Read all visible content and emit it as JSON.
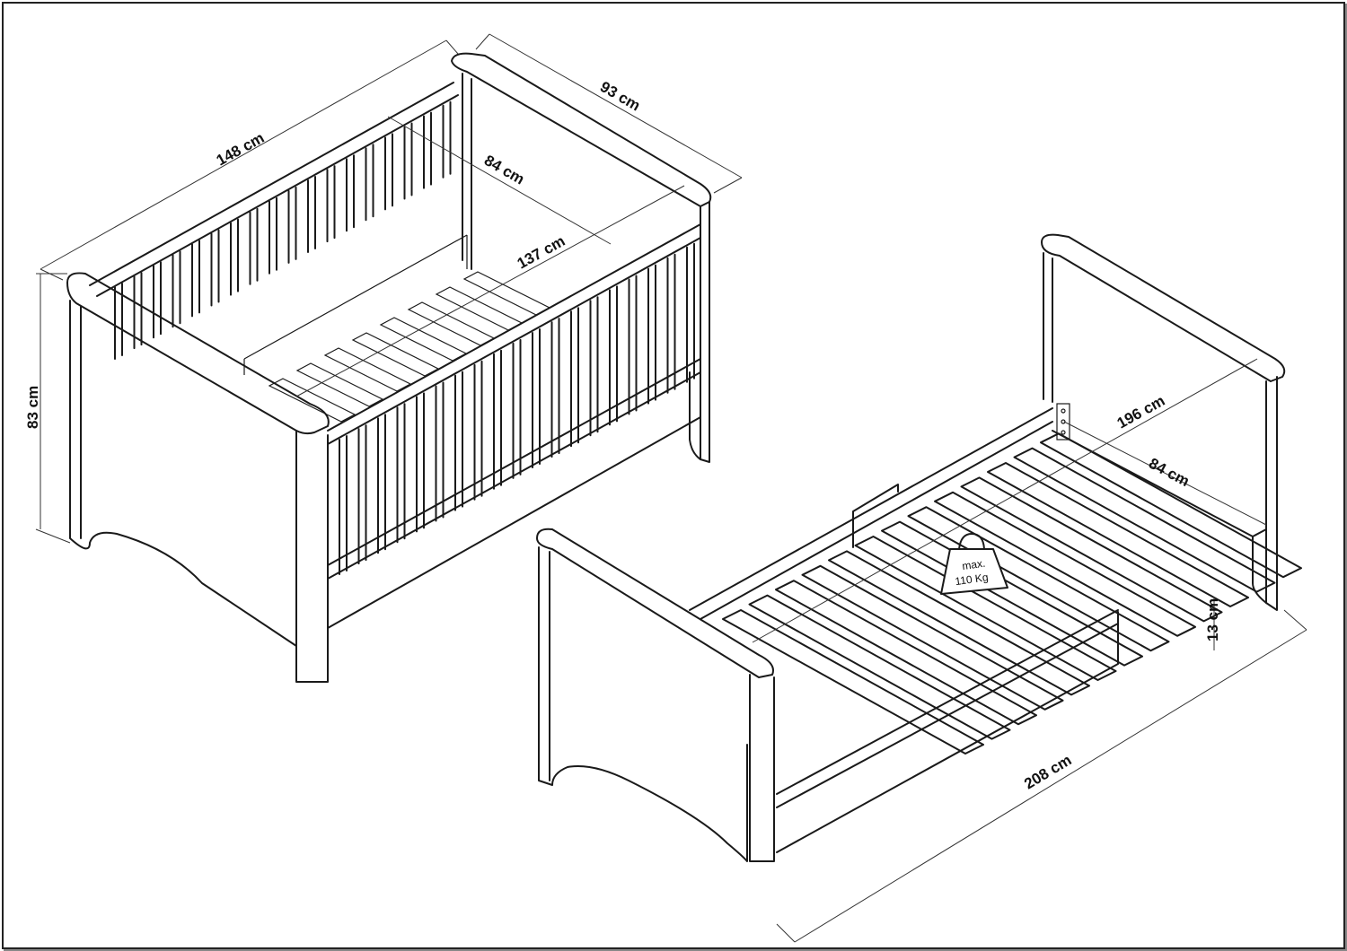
{
  "title": "Crib and junior bed dimension drawing",
  "crib": {
    "dimensions": {
      "length": "148 cm",
      "depth": "93 cm",
      "inner_width": "84 cm",
      "inner_length": "137 cm",
      "height": "83 cm"
    }
  },
  "bed": {
    "dimensions": {
      "inner_length": "196 cm",
      "inner_width": "84 cm",
      "drawer_height": "13 cm",
      "length": "208 cm"
    },
    "max_load": {
      "line1": "max.",
      "line2": "110 Kg"
    }
  },
  "colors": {
    "line": "#1a1a1a",
    "background": "#ffffff"
  }
}
